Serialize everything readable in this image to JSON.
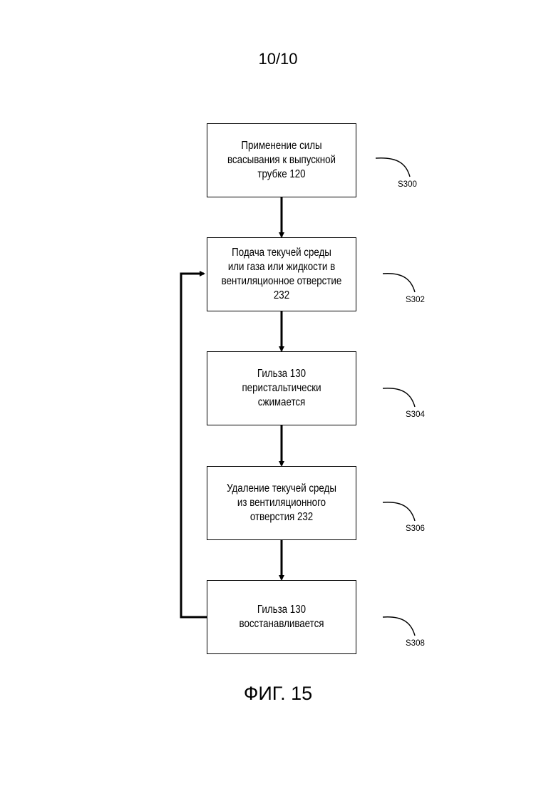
{
  "page_number": "10/10",
  "figure_caption": "ФИГ. 15",
  "steps": [
    {
      "text": "Применение силы\nвсасывания к выпускной\nтрубке 120",
      "ref": "S300"
    },
    {
      "text": "Подача текучей среды\nили газа или жидкости в\nвентиляционное отверстие\n232",
      "ref": "S302"
    },
    {
      "text": "Гильза 130\nперистальтически\nсжимается",
      "ref": "S304"
    },
    {
      "text": "Удаление текучей среды\nиз вентиляционного\nотверстия 232",
      "ref": "S306"
    },
    {
      "text": "Гильза 130\nвосстанавливается",
      "ref": "S308"
    }
  ]
}
